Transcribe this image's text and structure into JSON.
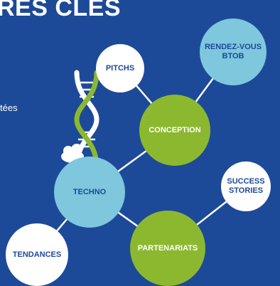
{
  "header": {
    "title": "RES CLÉS"
  },
  "side_text": "tées",
  "nodes": {
    "pitchs": "PITCHS",
    "rendez_vous": "RENDEZ-VOUS\nBTOB",
    "conception": "CONCEPTION",
    "success": "SUCCESS\nSTORIES",
    "techno": "TECHNO",
    "partenariats": "PARTENARIATS",
    "tendances": "TENDANCES"
  },
  "colors": {
    "background": "#1c4a98",
    "light_blue": "#7ec7dd",
    "green": "#8cb82f",
    "white": "#ffffff"
  },
  "icons": [
    "dna-icon",
    "cloud-icon"
  ]
}
